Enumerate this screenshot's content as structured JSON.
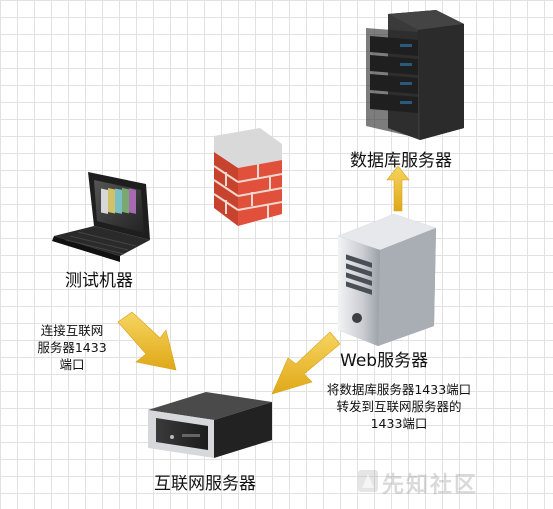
{
  "nodes": {
    "db_server": "数据库服务器",
    "test_machine": "测试机器",
    "web_server": "Web服务器",
    "internet_server": "互联网服务器"
  },
  "annotations": {
    "left_line1": "连接互联网",
    "left_line2": "服务器1433",
    "left_line3": "端口",
    "right_line1": "将数据库服务器1433端口",
    "right_line2": "转发到互联网服务器的",
    "right_line3": "1433端口"
  },
  "watermark": "先知社区",
  "colors": {
    "grid": "#e2e2e2",
    "arrow": "#f2c230",
    "firewall_brick": "#e0503a",
    "server_dark": "#2f2f2f",
    "server_light": "#c9ccd1",
    "led_blue": "#2aa8ff"
  }
}
